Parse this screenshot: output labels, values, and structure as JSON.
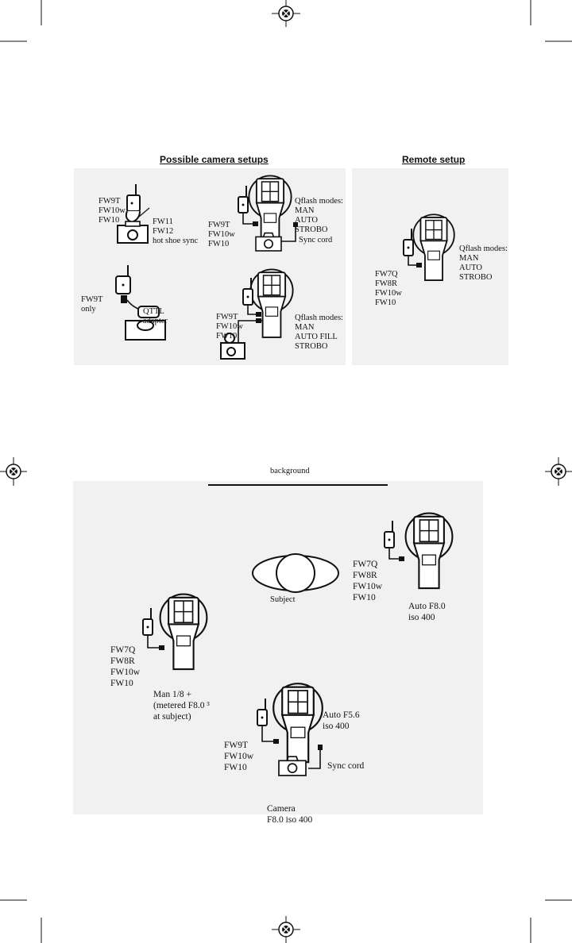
{
  "headers": {
    "camera_setups": "Possible camera setups",
    "remote_setup": "Remote setup"
  },
  "setup1": {
    "transmitters": [
      "FW9T",
      "FW10w",
      "FW10"
    ],
    "hotshoe": [
      "FW11",
      "FW12",
      "hot shoe sync"
    ]
  },
  "setup2": {
    "modes": [
      "Qflash modes:",
      "MAN",
      "AUTO",
      "STROBO"
    ],
    "transmitters": [
      "FW9T",
      "FW10w",
      "FW10"
    ],
    "sync": "Sync cord"
  },
  "setup3": {
    "transmitters": [
      "FW9T",
      "only"
    ],
    "adapter": [
      "QTTL",
      "adapter"
    ]
  },
  "setup4": {
    "transmitters": [
      "FW9T",
      "FW10w",
      "FW10"
    ],
    "modes": [
      "Qflash modes:",
      "MAN",
      "AUTO FILL",
      "STROBO"
    ]
  },
  "remote": {
    "modes": [
      "Qflash modes:",
      "MAN",
      "AUTO",
      "STROBO"
    ],
    "receivers": [
      "FW7Q",
      "FW8R",
      "FW10w",
      "FW10"
    ]
  },
  "lighting": {
    "background": "background",
    "subject": "Subject",
    "right_flash": {
      "receivers": [
        "FW7Q",
        "FW8R",
        "FW10w",
        "FW10"
      ],
      "settings": [
        "Auto F8.0",
        "iso 400"
      ]
    },
    "left_flash": {
      "receivers": [
        "FW7Q",
        "FW8R",
        "FW10w",
        "FW10"
      ],
      "settings": [
        "Man 1/8 +",
        "(metered F8.0 ³",
        "at subject)"
      ]
    },
    "main_flash": {
      "settings": [
        "Auto F5.6",
        "iso 400"
      ],
      "transmitters": [
        "FW9T",
        "FW10w",
        "FW10"
      ],
      "sync": "Sync cord",
      "camera": [
        "Camera",
        "F8.0 iso 400"
      ]
    }
  }
}
